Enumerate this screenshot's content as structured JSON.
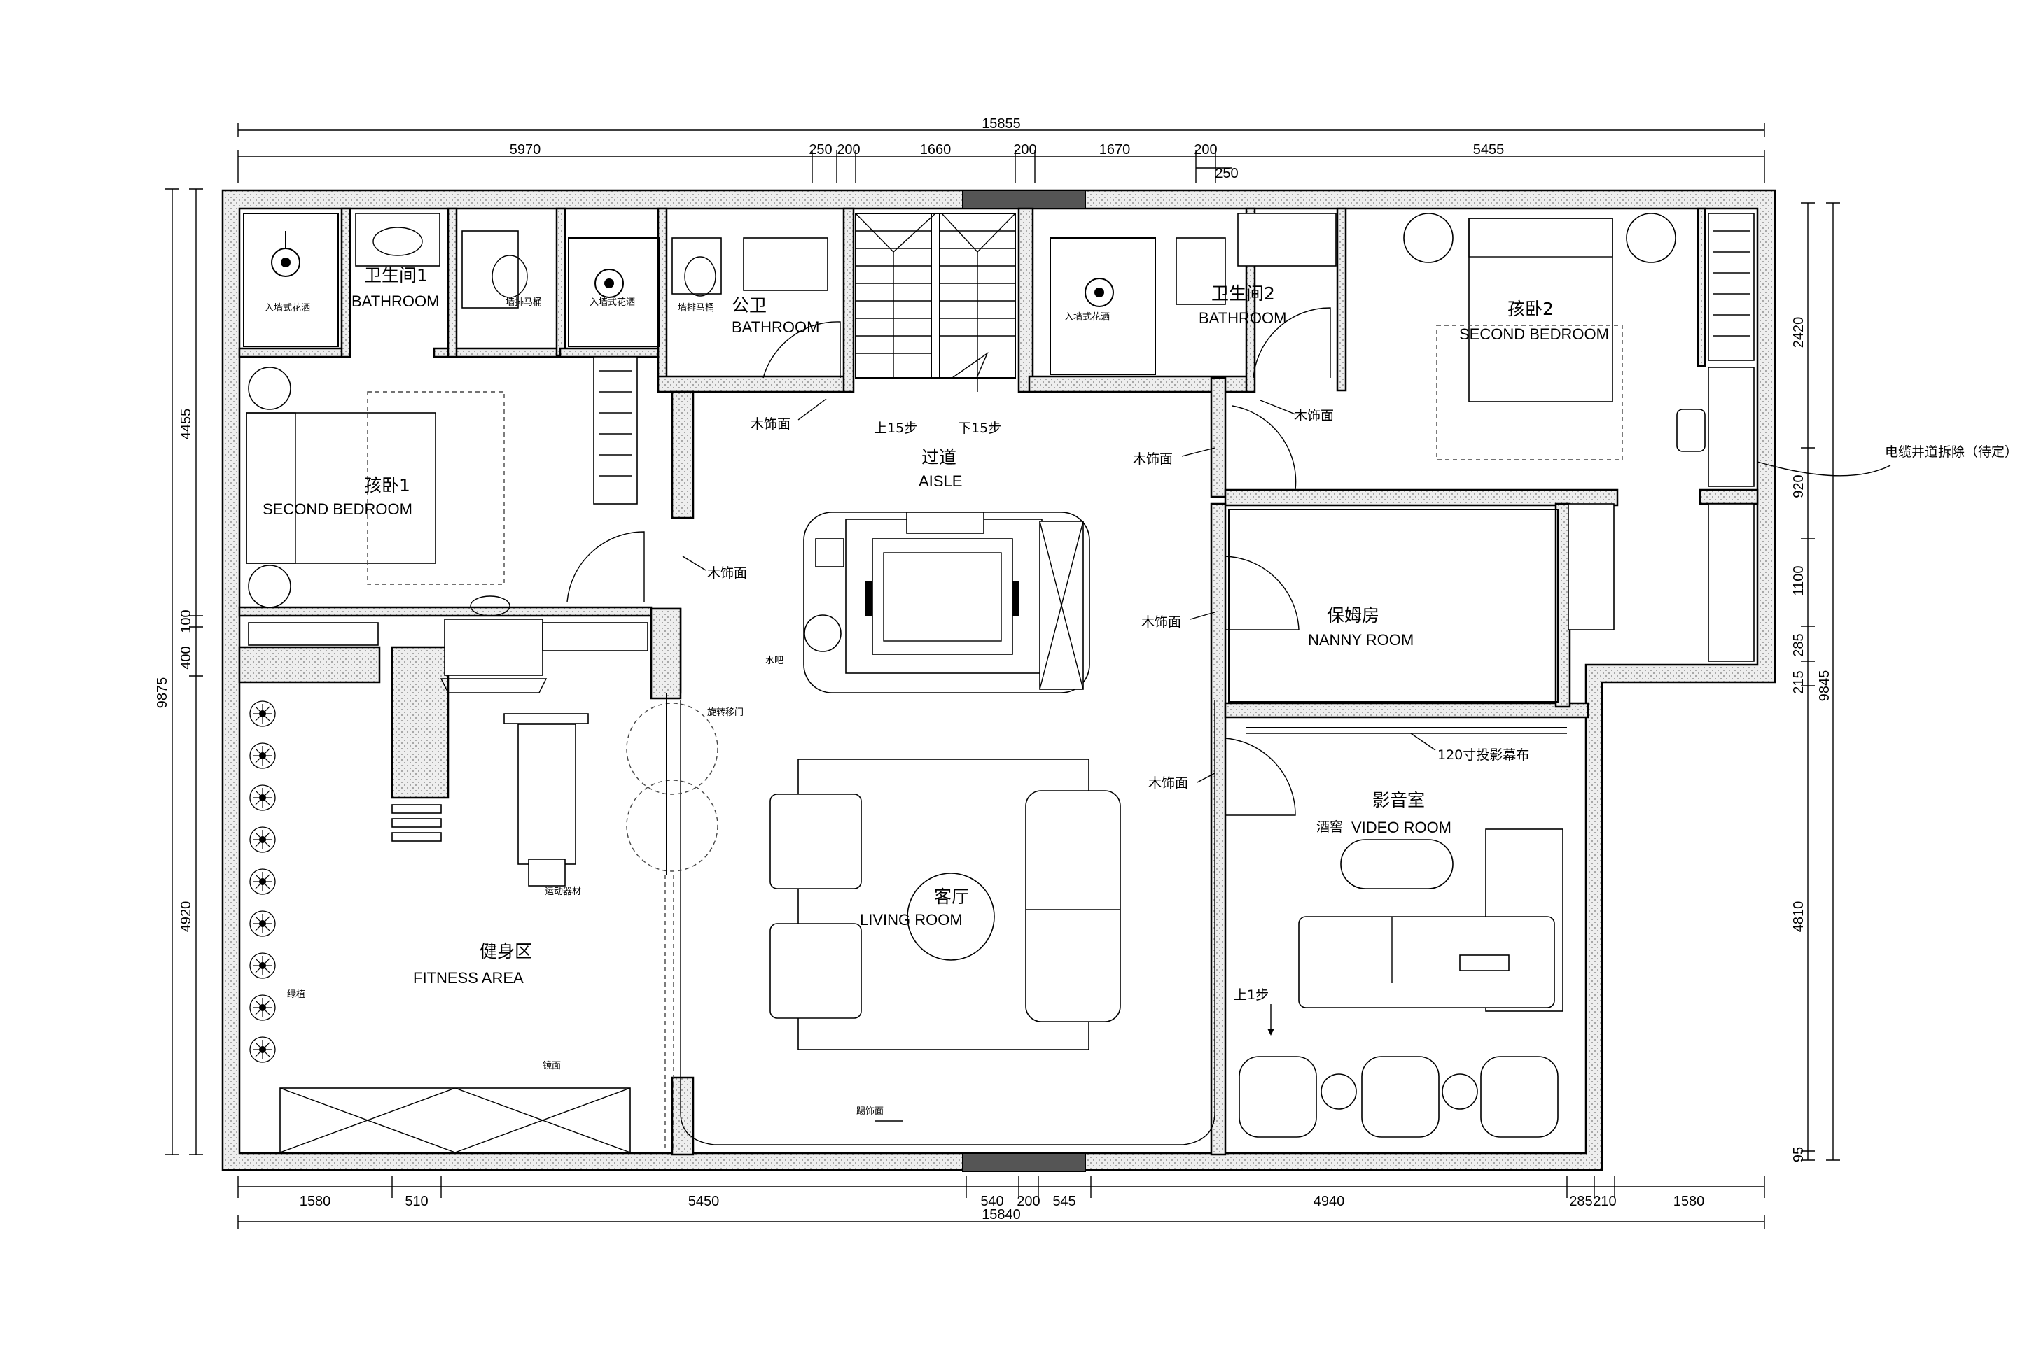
{
  "dimensions": {
    "top_total": "15855",
    "top_segments": [
      "5970",
      "250",
      "200",
      "1660",
      "200",
      "1670",
      "200",
      "5455"
    ],
    "top_extra": "250",
    "bottom_segments": [
      "1580",
      "510",
      "5450",
      "540",
      "200",
      "545",
      "4940",
      "285",
      "210",
      "1580"
    ],
    "bottom_total": "15840",
    "left_outer": "9875",
    "left_segments": [
      "4455",
      "100",
      "400",
      "4920"
    ],
    "right_outer": "9845",
    "right_segments": [
      "2420",
      "920",
      "1100",
      "285",
      "215",
      "4810",
      "95"
    ]
  },
  "rooms": {
    "bath1_cn": "卫生间1",
    "bath1_en": "BATHROOM",
    "public_bath_cn": "公卫",
    "public_bath_en": "BATHROOM",
    "bath2_cn": "卫生间2",
    "bath2_en": "BATHROOM",
    "bed1_cn": "孩卧1",
    "bed1_en": "SECOND BEDROOM",
    "bed2_cn": "孩卧2",
    "bed2_en": "SECOND BEDROOM",
    "aisle_cn": "过道",
    "aisle_en": "AISLE",
    "nanny_cn": "保姆房",
    "nanny_en": "NANNY ROOM",
    "video_cn": "影音室",
    "video_en": "VIDEO ROOM",
    "wine": "酒窖",
    "living_cn": "客厅",
    "living_en": "LIVING ROOM",
    "fitness_cn": "健身区",
    "fitness_en": "FITNESS AREA"
  },
  "notes": {
    "wood_trim": "木饰面",
    "up_15": "上15步",
    "down_15": "下15步",
    "shower": "入墙式花洒",
    "wall_toilet": "墙排马桶",
    "water_bar": "水吧",
    "rotating_door": "旋转移门",
    "sports": "运动器材",
    "greenery": "绿植",
    "mirror": "镜面",
    "screen": "120寸投影幕布",
    "up_1": "上1步",
    "cable_shaft": "电缆井道拆除（待定）",
    "skirting": "踢饰面"
  }
}
